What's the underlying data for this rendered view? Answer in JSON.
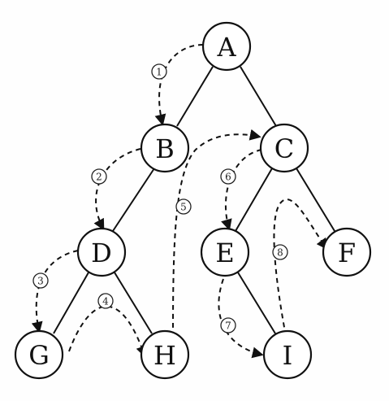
{
  "tree": {
    "nodes": [
      "A",
      "B",
      "C",
      "D",
      "E",
      "F",
      "G",
      "H",
      "I"
    ],
    "edges": [
      [
        "A",
        "B"
      ],
      [
        "A",
        "C"
      ],
      [
        "B",
        "D"
      ],
      [
        "D",
        "G"
      ],
      [
        "D",
        "H"
      ],
      [
        "C",
        "E"
      ],
      [
        "C",
        "F"
      ],
      [
        "E",
        "I"
      ]
    ]
  },
  "traversal_steps": [
    {
      "label": "1",
      "from": "A",
      "to": "B"
    },
    {
      "label": "2",
      "from": "B",
      "to": "D"
    },
    {
      "label": "3",
      "from": "D",
      "to": "G"
    },
    {
      "label": "4",
      "from": "G",
      "to": "H"
    },
    {
      "label": "5",
      "from": "H",
      "to": "C"
    },
    {
      "label": "6",
      "from": "C",
      "to": "E"
    },
    {
      "label": "7",
      "from": "E",
      "to": "I"
    },
    {
      "label": "8",
      "from": "I",
      "to": "F"
    }
  ]
}
